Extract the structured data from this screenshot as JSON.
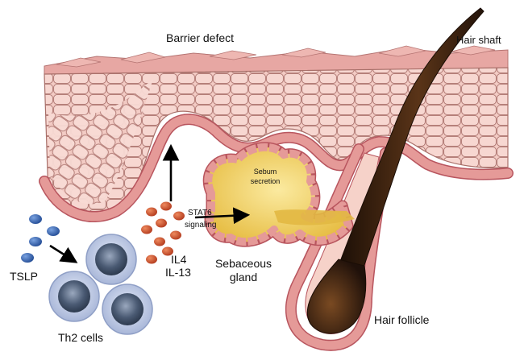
{
  "labels": {
    "barrier_defect": "Barrier defect",
    "hair_shaft": "Hair shaft",
    "sebum_line1": "Sebum",
    "sebum_line2": "secretion",
    "stat6_line1": "STAT6",
    "stat6_line2": "signaling",
    "il4": "IL4",
    "il13": "IL-13",
    "sebaceous_line1": "Sebaceous",
    "sebaceous_line2": "gland",
    "tslp": "TSLP",
    "th2_cells": "Th2 cells",
    "hair_follicle": "Hair follicle"
  },
  "colors": {
    "epidermis": "#f1c4bd",
    "cell_outline": "#a9706a",
    "basal_layer": "#df8f8c",
    "basal_nucleus": "#9b2f3e",
    "sebum": "#f3d66a",
    "hair": "#3d2412",
    "tslp": "#2f5ea8",
    "cytokine": "#cc5530",
    "th2_ring": "#c7d3ee",
    "th2_core": "#45566e"
  }
}
